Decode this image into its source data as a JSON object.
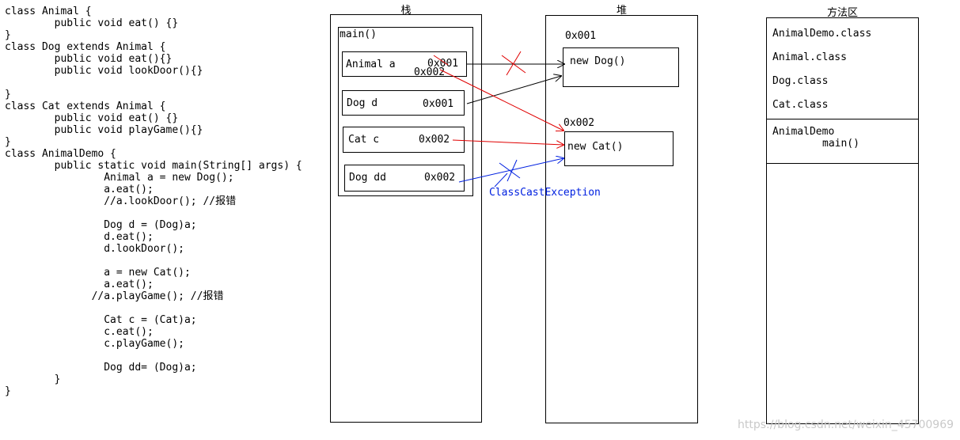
{
  "code_lines": [
    "class Animal {",
    "        public void eat() {}",
    "}",
    "class Dog extends Animal {",
    "        public void eat(){}",
    "        public void lookDoor(){}",
    "",
    "}",
    "class Cat extends Animal {",
    "        public void eat() {}",
    "        public void playGame(){}",
    "}",
    "class AnimalDemo {",
    "        public static void main(String[] args) {",
    "                Animal a = new Dog();",
    "                a.eat();",
    "                //a.lookDoor(); //报错",
    "",
    "                Dog d = (Dog)a;",
    "                d.eat();",
    "                d.lookDoor();",
    "",
    "                a = new Cat();",
    "                a.eat();",
    "              //a.playGame(); //报错",
    "",
    "                Cat c = (Cat)a;",
    "                c.eat();",
    "                c.playGame();",
    "",
    "                Dog dd= (Dog)a;",
    "        }",
    "}"
  ],
  "stack": {
    "title": "栈",
    "frame_label": "main()",
    "vars": [
      {
        "name": "Animal a",
        "value": "0x001",
        "value_overlay": "0x002"
      },
      {
        "name": "Dog d",
        "value": "0x001"
      },
      {
        "name": "Cat c",
        "value": "0x002"
      },
      {
        "name": "Dog dd",
        "value": "0x002"
      }
    ]
  },
  "heap": {
    "title": "堆",
    "objects": [
      {
        "address": "0x001",
        "label": "new Dog()"
      },
      {
        "address": "0x002",
        "label": "new Cat()"
      }
    ]
  },
  "method_area": {
    "title": "方法区",
    "classes": [
      "AnimalDemo.class",
      "Animal.class",
      "Dog.class",
      "Cat.class"
    ],
    "method_class": "AnimalDemo",
    "method_name": "main()"
  },
  "annotation": {
    "exception": "ClassCastException"
  },
  "colors": {
    "reference": "#000000",
    "reassign": "#e00000",
    "invalid_cast": "#0020e0"
  },
  "watermark": "https://blog.csdn.net/weixin_45700969"
}
